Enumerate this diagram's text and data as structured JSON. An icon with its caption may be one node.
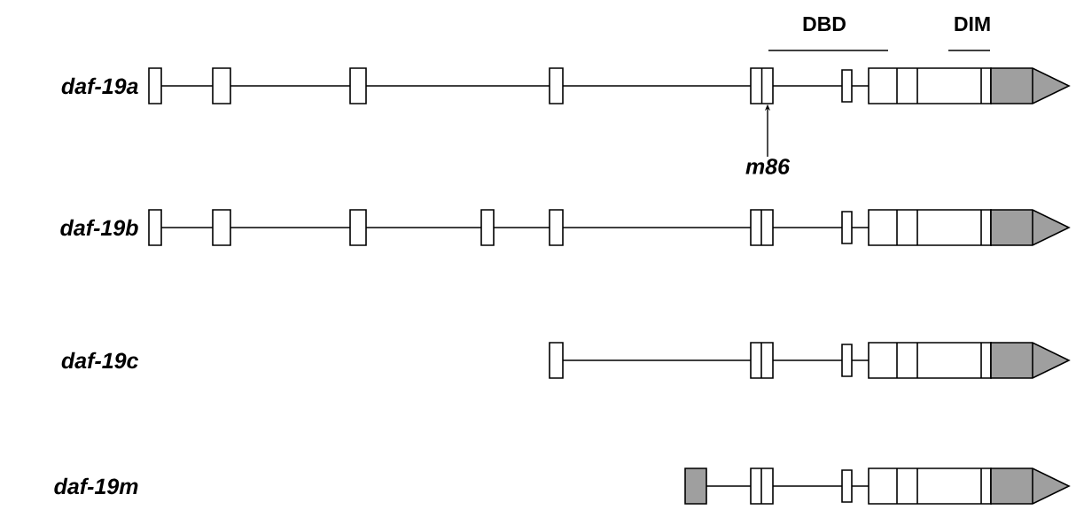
{
  "diagram": {
    "nodes": [
      {
        "text": [
          "m86"
        ]
      },
      {
        "text": [],
        "shape": "box"
      }
    ],
    "edges": [
      {
        "from": 0,
        "to": 1,
        "arrow": "to"
      }
    ],
    "labels": [
      "DBD",
      "DIM",
      "daf-19a",
      "daf-19b",
      "daf-19c",
      "daf-19m"
    ]
  }
}
